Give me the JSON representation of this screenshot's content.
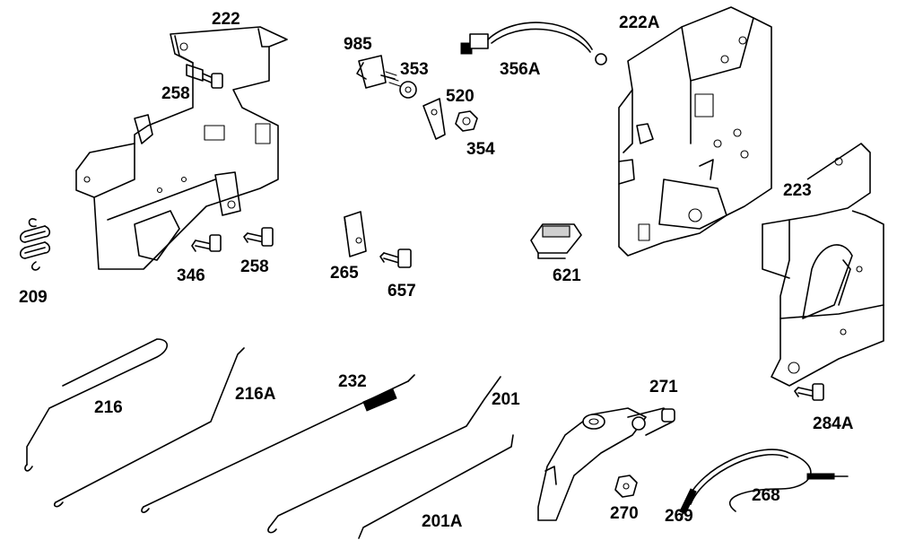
{
  "diagram": {
    "parts": [
      {
        "id": "222",
        "label": "222"
      },
      {
        "id": "258a",
        "label": "258"
      },
      {
        "id": "985",
        "label": "985"
      },
      {
        "id": "353",
        "label": "353"
      },
      {
        "id": "356A",
        "label": "356A"
      },
      {
        "id": "520",
        "label": "520"
      },
      {
        "id": "354",
        "label": "354"
      },
      {
        "id": "222A",
        "label": "222A"
      },
      {
        "id": "223",
        "label": "223"
      },
      {
        "id": "209",
        "label": "209"
      },
      {
        "id": "346",
        "label": "346"
      },
      {
        "id": "258b",
        "label": "258"
      },
      {
        "id": "265",
        "label": "265"
      },
      {
        "id": "657",
        "label": "657"
      },
      {
        "id": "621",
        "label": "621"
      },
      {
        "id": "216",
        "label": "216"
      },
      {
        "id": "216A",
        "label": "216A"
      },
      {
        "id": "232",
        "label": "232"
      },
      {
        "id": "201",
        "label": "201"
      },
      {
        "id": "271",
        "label": "271"
      },
      {
        "id": "284A",
        "label": "284A"
      },
      {
        "id": "201A",
        "label": "201A"
      },
      {
        "id": "270",
        "label": "270"
      },
      {
        "id": "269",
        "label": "269"
      },
      {
        "id": "268",
        "label": "268"
      }
    ]
  }
}
